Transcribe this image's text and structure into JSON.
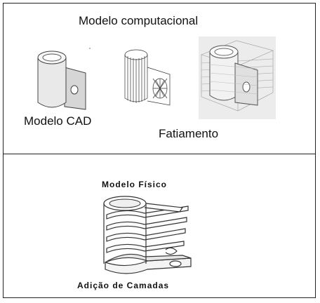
{
  "top_panel": {
    "title": "Modelo computacional",
    "cad_label": "Modelo CAD",
    "slicing_label": "Fatiamento"
  },
  "bottom_panel": {
    "title": "Modelo Físico",
    "caption": "Adição de Camadas"
  }
}
